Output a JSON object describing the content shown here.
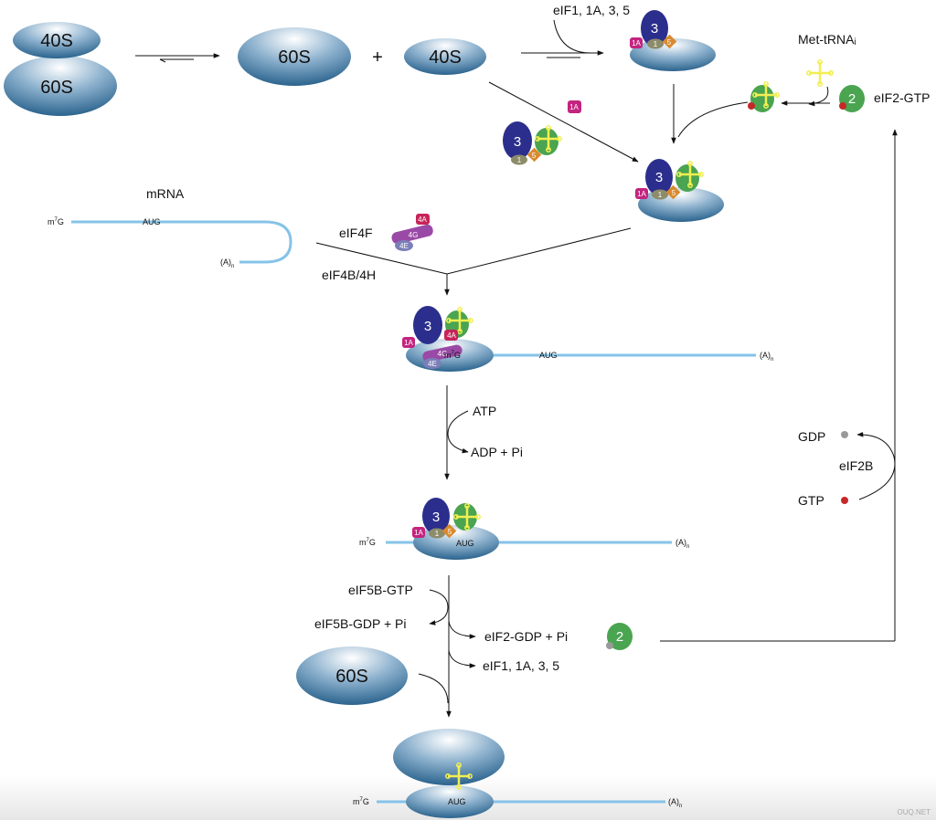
{
  "subunits": {
    "s40": "40S",
    "s60": "60S",
    "plus": "+"
  },
  "factors": {
    "f1": "1",
    "f1a": "1A",
    "f2": "2",
    "f3": "3",
    "f5": "5",
    "f4a": "4A",
    "f4g": "4G",
    "f4e": "4E"
  },
  "mrna": {
    "label": "mRNA",
    "cap": "m7G",
    "cap_base": "m",
    "cap_sup": "7",
    "cap_end": "G",
    "start_codon": "AUG",
    "poly_a": "(A)",
    "poly_a_sub": "n"
  },
  "steps": {
    "initiation_factors": "eIF1, 1A, 3, 5",
    "met_trna": "Met-tRNAᵢ",
    "eif2_gtp": "eIF2-GTP",
    "eif4f": "eIF4F",
    "eif4b_4h": "eIF4B/4H",
    "atp": "ATP",
    "adp_pi": "ADP + Pi",
    "gdp": "GDP",
    "gtp": "GTP",
    "eif2b": "eIF2B",
    "eif5b_gtp": "eIF5B-GTP",
    "eif5b_gdp_pi": "eIF5B-GDP + Pi",
    "eif2_gdp_pi": "eIF2-GDP + Pi",
    "released_factors": "eIF1, 1A, 3, 5"
  },
  "watermark": "OUQ.NET",
  "colors": {
    "ribosome_dark": "#1f5a86",
    "ribosome_light": "#ffffff",
    "mrna": "#86c3e8",
    "eif3": "#2b2e8c",
    "eif2": "#4aa450",
    "eif1": "#8c8c6a",
    "eif1a": "#c4237f",
    "eif5": "#d98a2e",
    "eif4a": "#c7245a",
    "eif4g": "#9a4aa6",
    "eif4e": "#7b7fb8",
    "trna": "#f2ef52",
    "gtp_dot": "#c62828",
    "gdp_dot": "#999999"
  }
}
